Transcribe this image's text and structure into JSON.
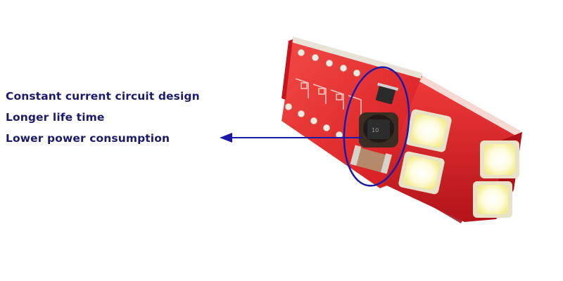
{
  "features": [
    "Constant current circuit design",
    "Longer life time",
    "Lower power consumption"
  ],
  "colors": {
    "text": "#1c1a6e",
    "annotation": "#1a1aa8",
    "pcb": "#e01e24",
    "background": "#ffffff"
  }
}
